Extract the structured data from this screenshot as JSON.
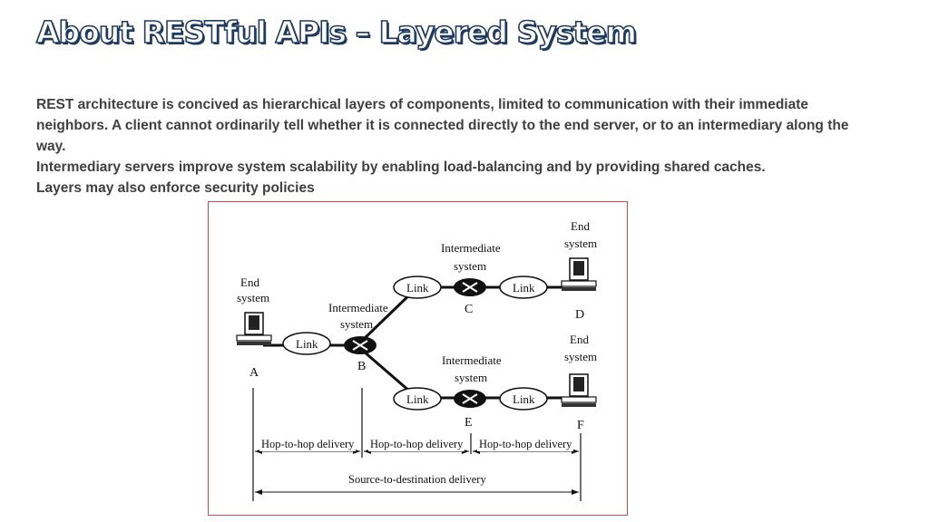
{
  "slide": {
    "title": "About RESTful APIs – Layered System",
    "paragraphs": [
      "REST architecture is concived as hierarchical layers of components, limited to communication with their immediate neighbors. A client cannot ordinarily tell whether it is connected directly to the end server, or to an intermediary along the way.",
      "Intermediary servers improve system scalability by enabling load-balancing and by providing shared caches.",
      "Layers may also enforce security policies"
    ]
  },
  "diagram": {
    "end_system_label": [
      "End",
      "system"
    ],
    "intermediate_label": [
      "Intermediate",
      "system"
    ],
    "link_label": "Link",
    "nodes": {
      "a": "A",
      "b": "B",
      "c": "C",
      "d": "D",
      "e": "E",
      "f": "F"
    },
    "hop_label": "Hop-to-hop delivery",
    "source_dest_label": "Source-to-destination delivery"
  },
  "colors": {
    "title_outline": "#1f3a5f",
    "body_text": "#404040",
    "figure_border": "#c0504d"
  }
}
